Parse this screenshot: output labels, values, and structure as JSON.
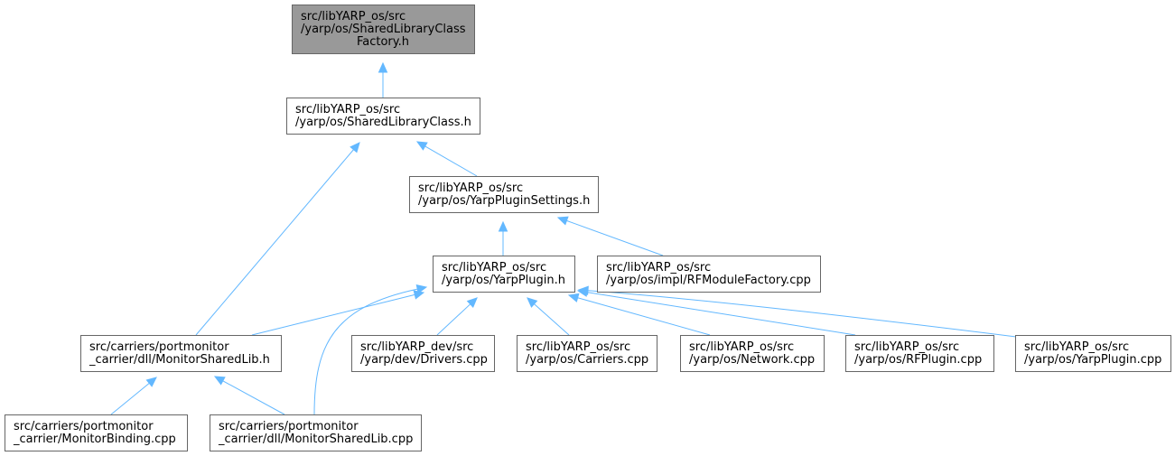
{
  "graph": {
    "nodes": [
      {
        "id": "n0",
        "lines": [
          "src/libYARP_os/src",
          "/yarp/os/SharedLibraryClass",
          "Factory.h"
        ],
        "root": true
      },
      {
        "id": "n1",
        "lines": [
          "src/libYARP_os/src",
          "/yarp/os/SharedLibraryClass.h"
        ]
      },
      {
        "id": "n2",
        "lines": [
          "src/libYARP_os/src",
          "/yarp/os/YarpPluginSettings.h"
        ]
      },
      {
        "id": "n3",
        "lines": [
          "src/libYARP_os/src",
          "/yarp/os/YarpPlugin.h"
        ]
      },
      {
        "id": "n4",
        "lines": [
          "src/libYARP_os/src",
          "/yarp/os/impl/RFModuleFactory.cpp"
        ]
      },
      {
        "id": "n5",
        "lines": [
          "src/carriers/portmonitor",
          "_carrier/dll/MonitorSharedLib.h"
        ]
      },
      {
        "id": "n6",
        "lines": [
          "src/libYARP_dev/src",
          "/yarp/dev/Drivers.cpp"
        ]
      },
      {
        "id": "n7",
        "lines": [
          "src/libYARP_os/src",
          "/yarp/os/Carriers.cpp"
        ]
      },
      {
        "id": "n8",
        "lines": [
          "src/libYARP_os/src",
          "/yarp/os/Network.cpp"
        ]
      },
      {
        "id": "n9",
        "lines": [
          "src/libYARP_os/src",
          "/yarp/os/RFPlugin.cpp"
        ]
      },
      {
        "id": "n10",
        "lines": [
          "src/libYARP_os/src",
          "/yarp/os/YarpPlugin.cpp"
        ]
      },
      {
        "id": "n11",
        "lines": [
          "src/carriers/portmonitor",
          "_carrier/MonitorBinding.cpp"
        ]
      },
      {
        "id": "n12",
        "lines": [
          "src/carriers/portmonitor",
          "_carrier/dll/MonitorSharedLib.cpp"
        ]
      }
    ],
    "edges": [
      {
        "from": "n0",
        "to": "n1"
      },
      {
        "from": "n1",
        "to": "n5"
      },
      {
        "from": "n1",
        "to": "n2"
      },
      {
        "from": "n2",
        "to": "n3"
      },
      {
        "from": "n2",
        "to": "n4"
      },
      {
        "from": "n3",
        "to": "n5"
      },
      {
        "from": "n3",
        "to": "n12"
      },
      {
        "from": "n3",
        "to": "n6"
      },
      {
        "from": "n3",
        "to": "n7"
      },
      {
        "from": "n3",
        "to": "n8"
      },
      {
        "from": "n3",
        "to": "n9"
      },
      {
        "from": "n3",
        "to": "n10"
      },
      {
        "from": "n5",
        "to": "n11"
      },
      {
        "from": "n5",
        "to": "n12"
      }
    ]
  }
}
